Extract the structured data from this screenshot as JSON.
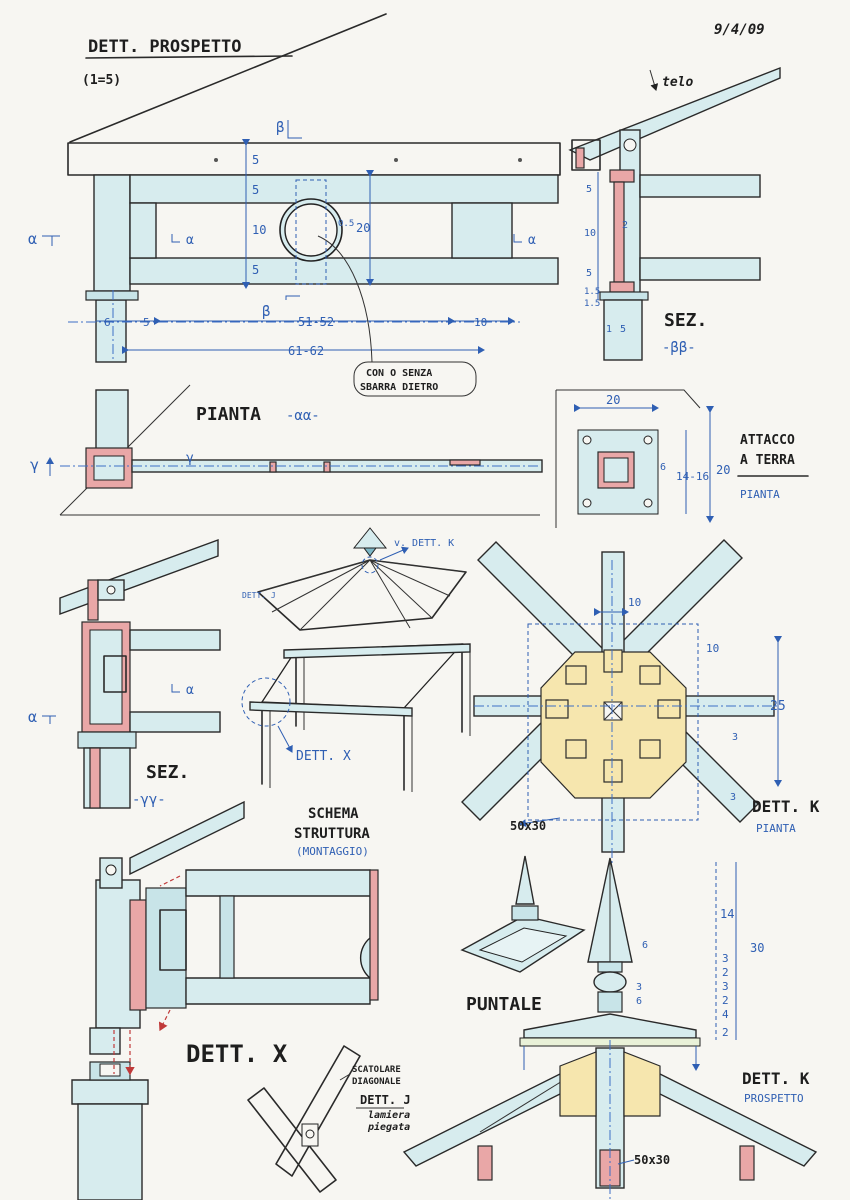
{
  "header": {
    "title": "DETT. PROSPETTO",
    "scale": "(1=5)",
    "date": "9/4/09"
  },
  "elevation": {
    "canvas_label": "telo",
    "dims_vertical": [
      "5",
      "5",
      "10",
      "5"
    ],
    "dim_20": "20",
    "dim_05": "0.5",
    "dims_bottom": [
      "6",
      "5",
      "51-52",
      "10"
    ],
    "dim_total": "61-62",
    "section_marks": [
      "β",
      "β",
      "α",
      "α",
      "α"
    ],
    "note": [
      "CON O SENZA",
      "SBARRA DIETRO"
    ]
  },
  "section_bb": {
    "title": "SEZ.",
    "subtitle": "-ββ-",
    "dims": [
      "5",
      "10",
      "2",
      "5",
      "1.5",
      "1.5",
      "1",
      "5"
    ]
  },
  "plan_aa": {
    "title": "PIANTA",
    "subtitle": "-αα-",
    "marks": [
      "γ",
      "γ"
    ]
  },
  "ground_attach": {
    "title_line1": "ATTACCO",
    "title_line2": "A TERRA",
    "subtitle": "PIANTA",
    "dims": [
      "20",
      "20",
      "14-16",
      "6"
    ]
  },
  "section_gg": {
    "title": "SEZ.",
    "subtitle": "-γγ-",
    "marks": [
      "α",
      "α"
    ]
  },
  "structure_scheme": {
    "title_line1": "SCHEMA",
    "title_line2": "STRUTTURA",
    "subtitle": "(MONTAGGIO)",
    "ref_k": "v. DETT. K",
    "ref_j": "DETT. J",
    "ref_x": "DETT. X"
  },
  "detail_k_plan": {
    "title": "DETT. K",
    "subtitle": "PIANTA",
    "dims": [
      "10",
      "10",
      "25",
      "3",
      "3"
    ],
    "section": "50x30"
  },
  "detail_x": {
    "title": "DETT. X"
  },
  "detail_j": {
    "note_line1": "SCATOLARE",
    "note_line2": "DIAGONALE",
    "title": "DETT. J",
    "note2_line1": "lamiera",
    "note2_line2": "piegata"
  },
  "finial": {
    "title": "PUNTALE",
    "dims": [
      "14",
      "6",
      "3",
      "2",
      "3",
      "2",
      "4",
      "2",
      "3",
      "6",
      "30"
    ]
  },
  "detail_k_elev": {
    "title": "DETT. K",
    "subtitle": "PROSPETTO",
    "section": "50x30"
  }
}
